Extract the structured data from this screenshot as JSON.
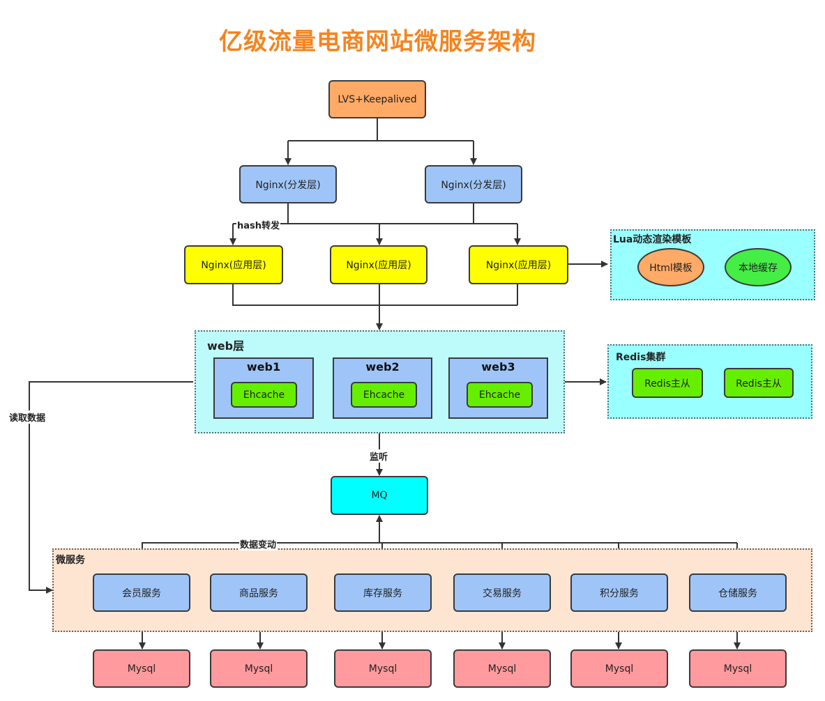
{
  "title": "亿级流量电商网站微服务架构",
  "lvs": "LVS+Keepalived",
  "dispatch": [
    "Nginx(分发层)",
    "Nginx(分发层)"
  ],
  "app": [
    "Nginx(应用层)",
    "Nginx(应用层)",
    "Nginx(应用层)"
  ],
  "lua": {
    "label": "Lua动态渲染模板",
    "html_template": "Html模板",
    "local_cache": "本地缓存"
  },
  "web": {
    "label": "web层",
    "nodes": [
      {
        "name": "web1",
        "cache": "Ehcache"
      },
      {
        "name": "web2",
        "cache": "Ehcache"
      },
      {
        "name": "web3",
        "cache": "Ehcache"
      }
    ]
  },
  "redis": {
    "label": "Redis集群",
    "nodes": [
      "Redis主从",
      "Redis主从"
    ]
  },
  "mq": "MQ",
  "microservices": {
    "label": "微服务",
    "items": [
      "会员服务",
      "商品服务",
      "库存服务",
      "交易服务",
      "积分服务",
      "仓储服务"
    ]
  },
  "mysql": [
    "Mysql",
    "Mysql",
    "Mysql",
    "Mysql",
    "Mysql",
    "Mysql"
  ],
  "edges": {
    "hash": "hash转发",
    "listen": "监听",
    "change": "数据变动",
    "read": "读取数据"
  }
}
